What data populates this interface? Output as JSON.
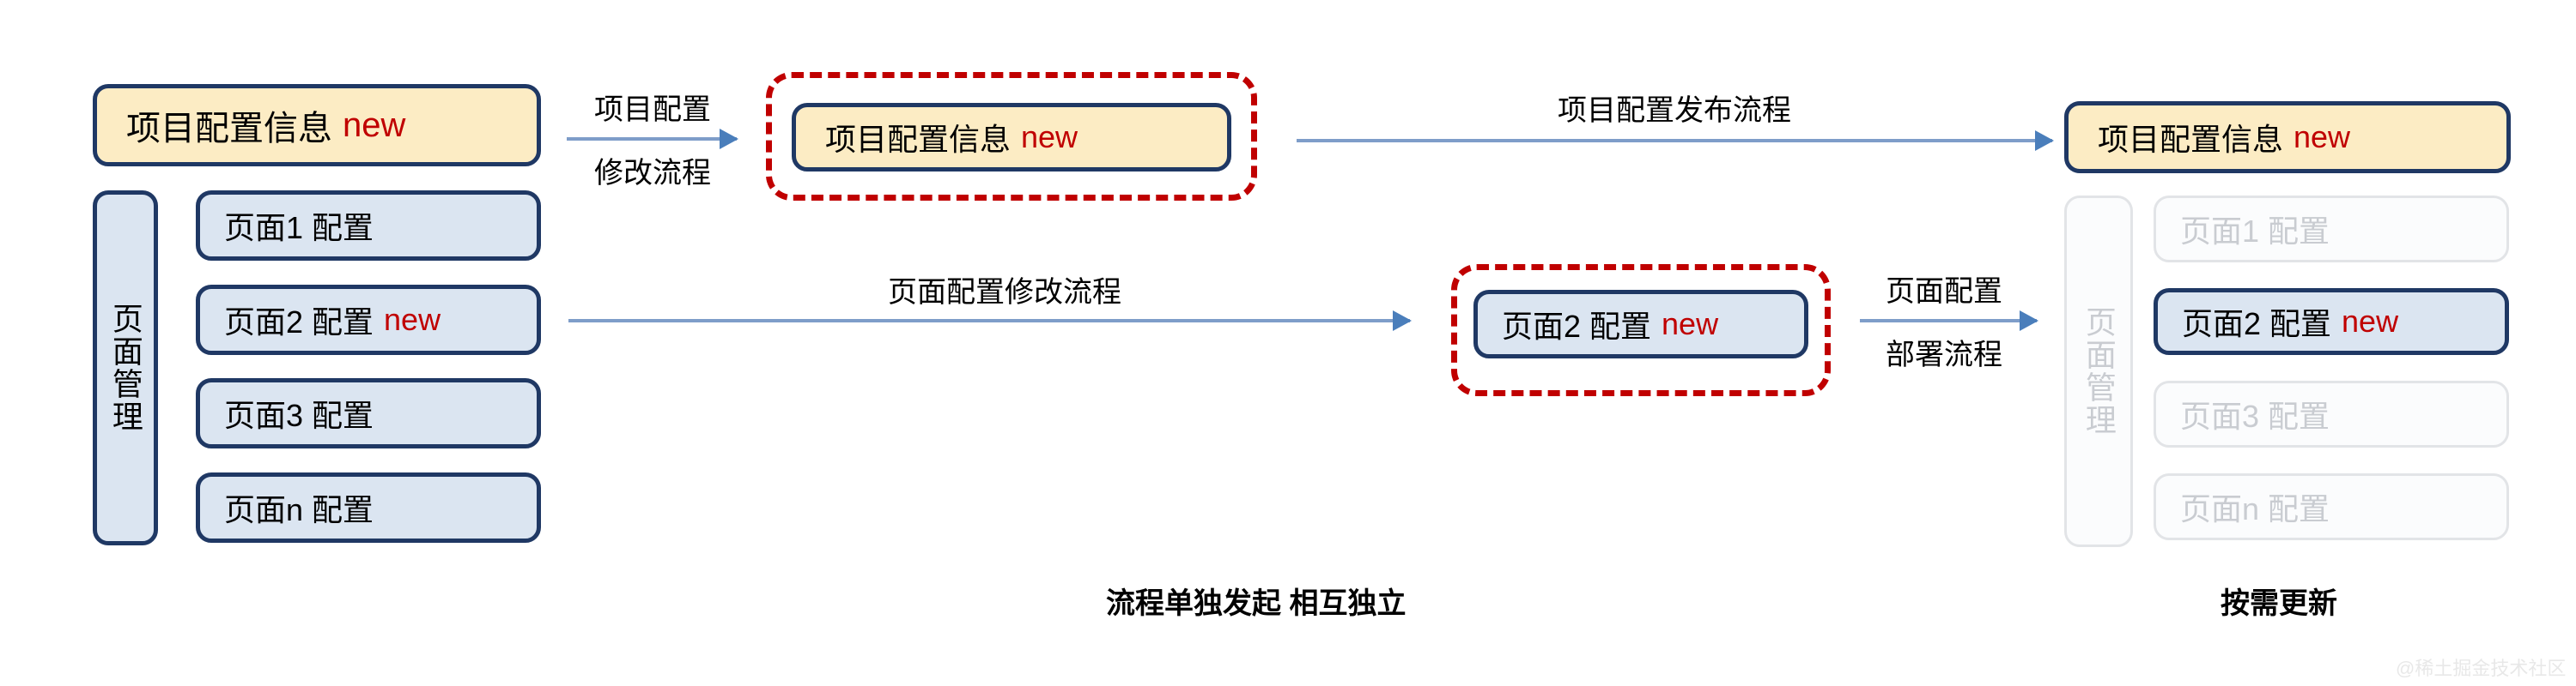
{
  "colors": {
    "yellow_fill": "#fcecc4",
    "blue_fill": "#dbe5f1",
    "border_navy": "#1f3864",
    "dashed_red": "#c00000",
    "arrow_blue": "#7e9dc9",
    "ghost_gray": "#c9ccd1",
    "new_red": "#c00000"
  },
  "left_column": {
    "project_box": {
      "label": "项目配置信息",
      "badge": "new"
    },
    "rail_label": "页面管理",
    "page_items": [
      {
        "label": "页面1 配置",
        "badge": ""
      },
      {
        "label": "页面2 配置",
        "badge": "new"
      },
      {
        "label": "页面3 配置",
        "badge": ""
      },
      {
        "label": "页面n 配置",
        "badge": ""
      }
    ]
  },
  "middle_column": {
    "project_box": {
      "label": "项目配置信息",
      "badge": "new"
    },
    "page_box": {
      "label": "页面2 配置",
      "badge": "new"
    }
  },
  "right_column": {
    "project_box": {
      "label": "项目配置信息",
      "badge": "new"
    },
    "rail_label": "页面管理",
    "page_items": [
      {
        "label": "页面1 配置",
        "badge": "",
        "active": false
      },
      {
        "label": "页面2 配置",
        "badge": "new",
        "active": true
      },
      {
        "label": "页面3 配置",
        "badge": "",
        "active": false
      },
      {
        "label": "页面n 配置",
        "badge": "",
        "active": false
      }
    ]
  },
  "arrows": {
    "project_modify": {
      "line1": "项目配置",
      "line2": "修改流程"
    },
    "project_publish": {
      "line1": "项目配置发布流程",
      "line2": ""
    },
    "page_modify": {
      "line1": "页面配置修改流程",
      "line2": ""
    },
    "page_deploy": {
      "line1": "页面配置",
      "line2": "部署流程"
    }
  },
  "captions": {
    "middle": "流程单独发起 相互独立",
    "right": "按需更新"
  },
  "watermark": "@稀土掘金技术社区"
}
